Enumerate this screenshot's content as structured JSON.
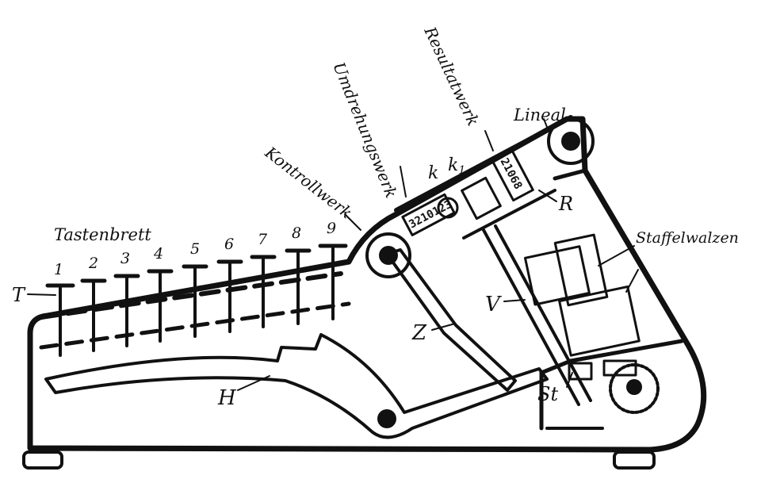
{
  "labels": {
    "tastenbrett": "Tastenbrett",
    "t": "T",
    "h": "H",
    "z": "Z",
    "v": "V",
    "st": "St",
    "r": "R",
    "k": "k",
    "k1": "k",
    "k1_sub": "1",
    "kontrollwerk": "Kontrollwerk",
    "umdrehungswerk": "Umdrehungswerk",
    "resultatwerk": "Resultatwerk",
    "lineal": "Lineal",
    "staffelwalzen": "Staffelwalzen"
  },
  "keys": [
    "1",
    "2",
    "3",
    "4",
    "5",
    "6",
    "7",
    "8",
    "9"
  ],
  "counters": {
    "umdrehung": "3210123",
    "resultat": "21068"
  },
  "colors": {
    "ink": "#111111",
    "paper": "#ffffff"
  }
}
